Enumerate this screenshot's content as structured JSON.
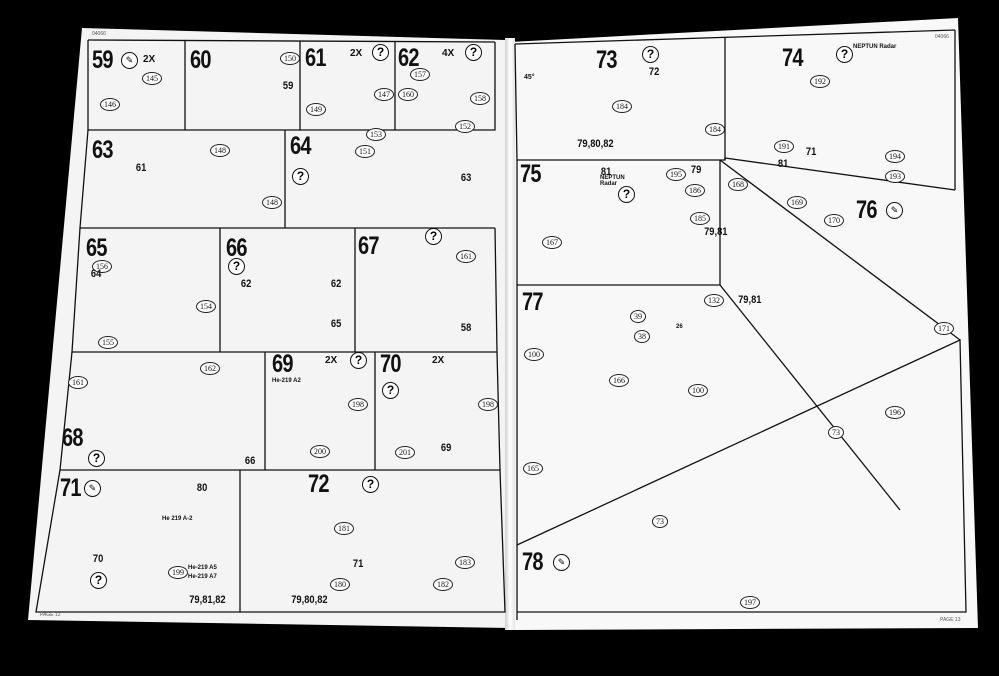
{
  "left_page": {
    "footer": "PAGE 12",
    "code": "04066"
  },
  "right_page": {
    "footer": "PAGE 13",
    "code": "04066"
  },
  "qmark": "?",
  "count_2x": "2X",
  "count_4x": "4X",
  "steps": {
    "s59": {
      "n": "59",
      "parts": [
        "145",
        "146"
      ]
    },
    "s60": {
      "n": "60",
      "parts": [
        "150",
        "59"
      ]
    },
    "s61": {
      "n": "61",
      "parts": [
        "149",
        "147"
      ]
    },
    "s62": {
      "n": "62",
      "parts": [
        "157",
        "160",
        "158"
      ]
    },
    "s63": {
      "n": "63",
      "parts": [
        "61",
        "148",
        "148"
      ]
    },
    "s64": {
      "n": "64",
      "parts": [
        "153",
        "151",
        "152",
        "63"
      ]
    },
    "s65": {
      "n": "65",
      "parts": [
        "156",
        "64",
        "154",
        "155"
      ]
    },
    "s66": {
      "n": "66",
      "parts": [
        "62",
        "62",
        "65"
      ]
    },
    "s67": {
      "n": "67",
      "parts": [
        "161",
        "58"
      ]
    },
    "s68": {
      "n": "68",
      "parts": [
        "162",
        "161",
        "66"
      ]
    },
    "s69": {
      "n": "69",
      "parts": [
        "He-219 A2",
        "198",
        "200"
      ]
    },
    "s70": {
      "n": "70",
      "parts": [
        "198",
        "201",
        "69"
      ]
    },
    "s71": {
      "n": "71",
      "parts": [
        "80",
        "He 219 A-2",
        "70",
        "199",
        "He-219 A5",
        "He-219 A7",
        "79,81,82"
      ]
    },
    "s72": {
      "n": "72",
      "parts": [
        "181",
        "71",
        "180",
        "79,80,82",
        "183",
        "182"
      ]
    },
    "s73": {
      "n": "73",
      "parts": [
        "45°",
        "72",
        "184",
        "184",
        "79,80,82"
      ]
    },
    "s74": {
      "n": "74",
      "parts": [
        "NEPTUN Radar",
        "192",
        "191",
        "71",
        "81",
        "194",
        "193"
      ]
    },
    "s75": {
      "n": "75",
      "parts": [
        "81",
        "NEPTUN Radar",
        "195",
        "79",
        "186",
        "185",
        "79,81",
        "167"
      ]
    },
    "s76": {
      "n": "76",
      "parts": [
        "168",
        "169",
        "170",
        "171"
      ]
    },
    "s77": {
      "n": "77",
      "parts": [
        "39",
        "132",
        "79,81",
        "38",
        "26",
        "100",
        "166",
        "100",
        "165"
      ]
    },
    "s78": {
      "n": "78",
      "parts": [
        "196",
        "73",
        "73",
        "197"
      ]
    }
  }
}
